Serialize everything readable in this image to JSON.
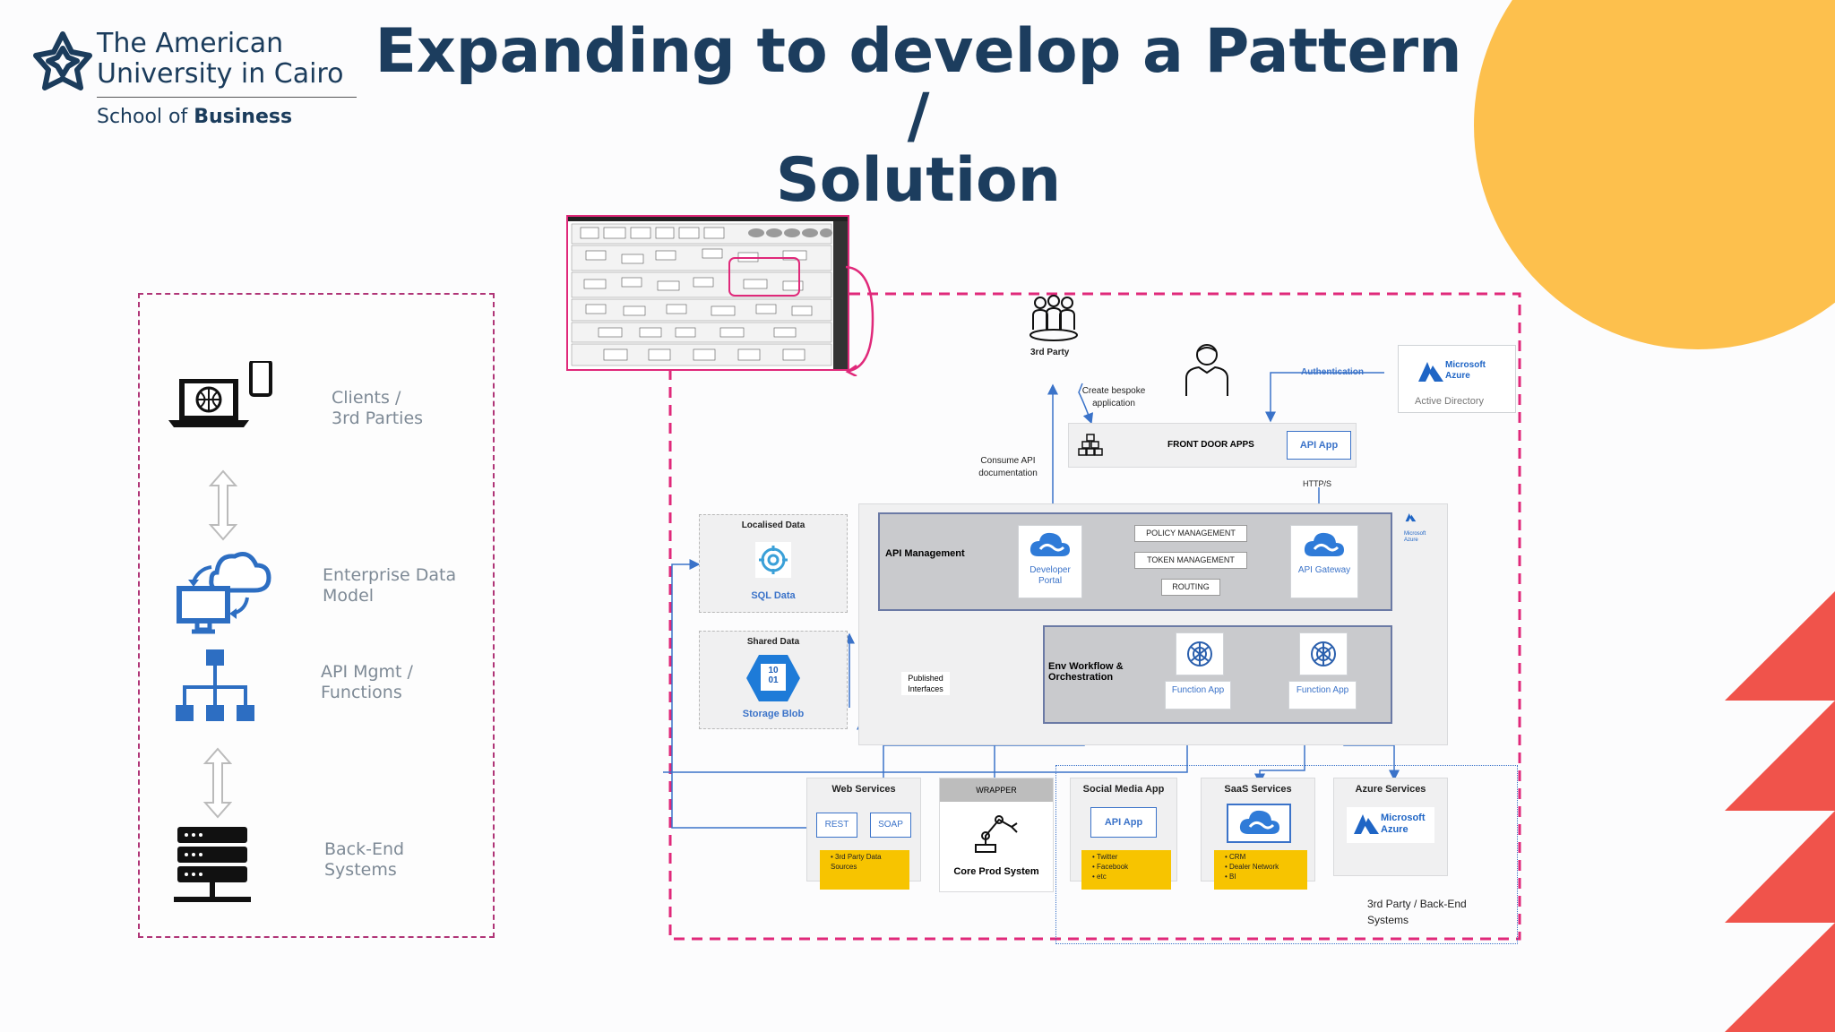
{
  "logo": {
    "line1": "The American",
    "line2": "University in Cairo",
    "school_prefix": "School of ",
    "school_bold": "Business"
  },
  "title": {
    "line1": "Expanding to develop a Pattern /",
    "line2": "Solution"
  },
  "colors": {
    "accent_yellow": "#fdc04d",
    "accent_red": "#f0534b",
    "title_blue": "#1c3d5e",
    "dash_pink": "#e0297a"
  },
  "side_panel": {
    "items": [
      {
        "label1": "Clients /",
        "label2": "3rd Parties",
        "icon": "laptop-phone-icon"
      },
      {
        "label1": "Enterprise Data",
        "label2": "Model",
        "icon": "cloud-sync-icon"
      },
      {
        "label1": "API Mgmt /",
        "label2": "Functions",
        "icon": "hierarchy-icon"
      },
      {
        "label1": "Back-End",
        "label2": "Systems",
        "icon": "server-icon"
      }
    ]
  },
  "diagram": {
    "third_party": "3rd Party",
    "create_bespoke": "Create bespoke application",
    "authentication": "Authentication",
    "ms_azure": "Microsoft Azure",
    "active_directory": "Active Directory",
    "front_door": "FRONT DOOR APPS",
    "api_app": "API App",
    "https": "HTTP/S",
    "consume_api": "Consume API documentation",
    "localised_data": "Localised Data",
    "sql_data": "SQL Data",
    "shared_data": "Shared Data",
    "storage_blob": "Storage Blob",
    "storage_glyph": "10 01",
    "api_management": "API Management",
    "developer_portal": "Developer Portal",
    "policy_mgmt": "POLICY MANAGEMENT",
    "token_mgmt": "TOKEN MANAGEMENT",
    "routing": "ROUTING",
    "api_gateway": "API Gateway",
    "azure_badge": "Microsoft Azure",
    "env_workflow": "Env Workflow & Orchestration",
    "function_app": "Function App",
    "published_interfaces": "Published Interfaces",
    "web_services": "Web Services",
    "rest": "REST",
    "soap": "SOAP",
    "third_party_data": "3rd Party Data Sources",
    "wrapper": "WRAPPER",
    "core_prod": "Core Prod System",
    "social_media": "Social Media App",
    "social_items": [
      "Twitter",
      "Facebook",
      "etc"
    ],
    "saas_services": "SaaS Services",
    "saas_items": [
      "CRM",
      "Dealer Network",
      "BI"
    ],
    "azure_services": "Azure Services",
    "backend_label": "3rd Party / Back-End Systems"
  }
}
